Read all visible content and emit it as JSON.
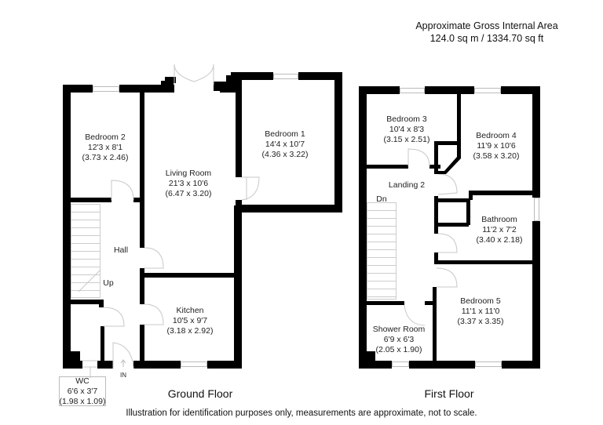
{
  "header": {
    "area_title": "Approximate Gross Internal Area",
    "area_value": "124.0 sq m / 1334.70 sq ft"
  },
  "ground_floor": {
    "title": "Ground Floor",
    "rooms": [
      {
        "name": "Bedroom 2",
        "imperial": "12'3 x 8'1",
        "metric": "(3.73 x 2.46)"
      },
      {
        "name": "Living Room",
        "imperial": "21'3 x 10'6",
        "metric": "(6.47 x 3.20)"
      },
      {
        "name": "Bedroom 1",
        "imperial": "14'4 x 10'7",
        "metric": "(4.36 x 3.22)"
      },
      {
        "name": "Hall"
      },
      {
        "name": "Kitchen",
        "imperial": "10'5 x 9'7",
        "metric": "(3.18 x 2.92)"
      },
      {
        "name": "WC",
        "imperial": "6'6 x 3'7",
        "metric": "(1.98 x 1.09)"
      }
    ],
    "stairs_label": "Up",
    "entrance_label": "IN"
  },
  "first_floor": {
    "title": "First Floor",
    "rooms": [
      {
        "name": "Bedroom 3",
        "imperial": "10'4 x 8'3",
        "metric": "(3.15 x 2.51)"
      },
      {
        "name": "Bedroom 4",
        "imperial": "11'9 x 10'6",
        "metric": "(3.58 x 3.20)"
      },
      {
        "name": "Landing 2"
      },
      {
        "name": "Bathroom",
        "imperial": "11'2 x 7'2",
        "metric": "(3.40 x 2.18)"
      },
      {
        "name": "Bedroom 5",
        "imperial": "11'1 x 11'0",
        "metric": "(3.37 x 3.35)"
      },
      {
        "name": "Shower Room",
        "imperial": "6'9 x 6'3",
        "metric": "(2.05 x 1.90)"
      }
    ],
    "stairs_label": "Dn"
  },
  "footer": {
    "disclaimer": "Illustration for identification purposes only, measurements are approximate, not to scale."
  }
}
